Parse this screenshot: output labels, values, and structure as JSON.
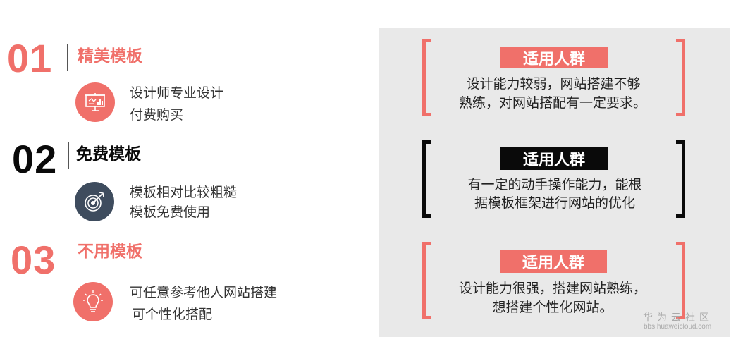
{
  "colors": {
    "accent": "#f0706a",
    "dark": "#0a0a0a",
    "slate": "#3e4c5e",
    "panel": "#e9e9e9"
  },
  "items": [
    {
      "number": "01",
      "title": "精美模板",
      "icon": "presentation-chart-icon",
      "lines": [
        "设计师专业设计",
        "付费购买"
      ]
    },
    {
      "number": "02",
      "title": "免费模板",
      "icon": "target-arrow-icon",
      "lines": [
        "模板相对比较粗糙",
        "模板免费使用"
      ]
    },
    {
      "number": "03",
      "title": "不用模板",
      "icon": "lightbulb-icon",
      "lines": [
        "可任意参考他人网站搭建",
        "可个性化搭配"
      ]
    }
  ],
  "panel": {
    "cards": [
      {
        "label": "适用人群",
        "lines": [
          "设计能力较弱，网站搭建不够",
          "熟练，对网站搭配有一定要求。"
        ]
      },
      {
        "label": "适用人群",
        "lines": [
          "有一定的动手操作能力，能根",
          "据模板框架进行网站的优化"
        ]
      },
      {
        "label": "适用人群",
        "lines": [
          "设计能力很强，搭建网站熟练，",
          "想搭建个性化网站。"
        ]
      }
    ]
  },
  "watermark": {
    "name": "华为云社区",
    "url": "bbs.huaweicloud.com"
  }
}
